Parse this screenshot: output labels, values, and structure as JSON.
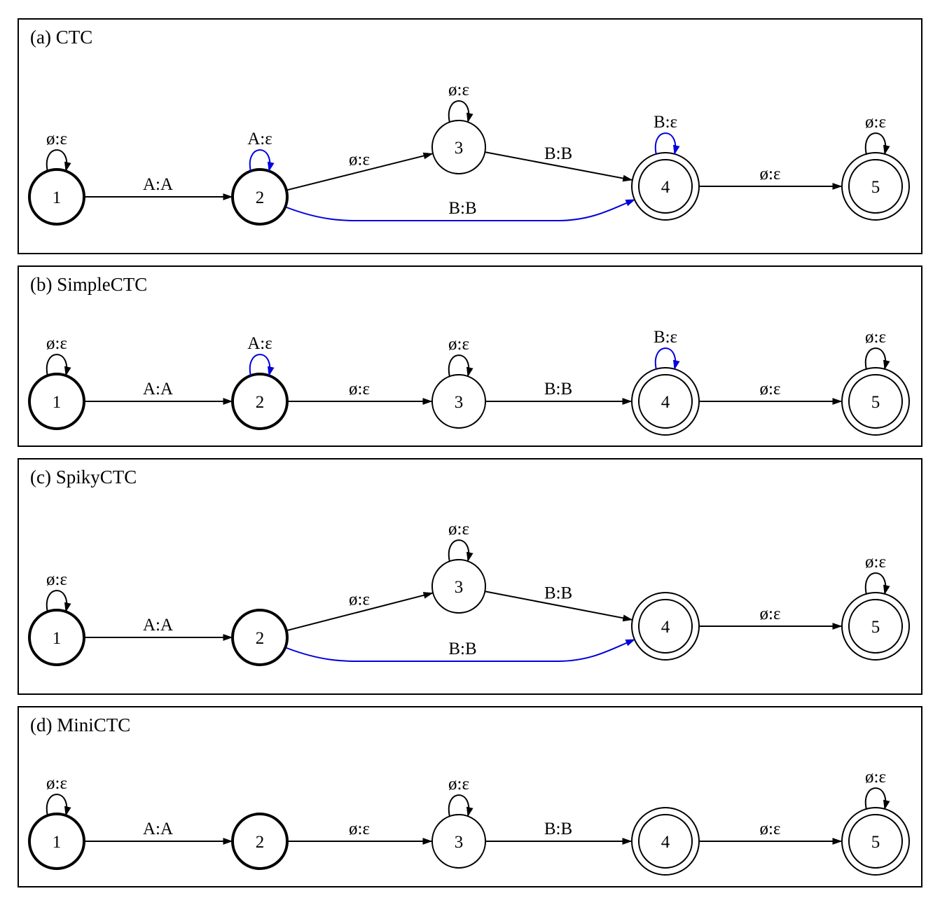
{
  "colors": {
    "default": "#000000",
    "highlight": "#0000dd"
  },
  "panels": [
    {
      "id": "a",
      "title": "(a)  CTC",
      "nodes": [
        {
          "id": "1",
          "label": "1",
          "kind": "initial"
        },
        {
          "id": "2",
          "label": "2",
          "kind": "initial"
        },
        {
          "id": "3",
          "label": "3",
          "kind": "normal"
        },
        {
          "id": "4",
          "label": "4",
          "kind": "final"
        },
        {
          "id": "5",
          "label": "5",
          "kind": "final"
        }
      ],
      "self_loops": [
        {
          "node": "1",
          "label": "ø:ε",
          "color": "default"
        },
        {
          "node": "2",
          "label": "A:ε",
          "color": "highlight"
        },
        {
          "node": "3",
          "label": "ø:ε",
          "color": "default"
        },
        {
          "node": "4",
          "label": "B:ε",
          "color": "highlight"
        },
        {
          "node": "5",
          "label": "ø:ε",
          "color": "default"
        }
      ],
      "edges": [
        {
          "from": "1",
          "to": "2",
          "label": "A:A",
          "color": "default",
          "shape": "straight"
        },
        {
          "from": "2",
          "to": "3",
          "label": "ø:ε",
          "color": "default",
          "shape": "straight"
        },
        {
          "from": "3",
          "to": "4",
          "label": "B:B",
          "color": "default",
          "shape": "straight"
        },
        {
          "from": "2",
          "to": "4",
          "label": "B:B",
          "color": "highlight",
          "shape": "curved"
        },
        {
          "from": "4",
          "to": "5",
          "label": "ø:ε",
          "color": "default",
          "shape": "straight"
        }
      ]
    },
    {
      "id": "b",
      "title": "(b)  SimpleCTC",
      "nodes": [
        {
          "id": "1",
          "label": "1",
          "kind": "initial"
        },
        {
          "id": "2",
          "label": "2",
          "kind": "initial"
        },
        {
          "id": "3",
          "label": "3",
          "kind": "normal"
        },
        {
          "id": "4",
          "label": "4",
          "kind": "final"
        },
        {
          "id": "5",
          "label": "5",
          "kind": "final"
        }
      ],
      "self_loops": [
        {
          "node": "1",
          "label": "ø:ε",
          "color": "default"
        },
        {
          "node": "2",
          "label": "A:ε",
          "color": "highlight"
        },
        {
          "node": "3",
          "label": "ø:ε",
          "color": "default"
        },
        {
          "node": "4",
          "label": "B:ε",
          "color": "highlight"
        },
        {
          "node": "5",
          "label": "ø:ε",
          "color": "default"
        }
      ],
      "edges": [
        {
          "from": "1",
          "to": "2",
          "label": "A:A",
          "color": "default",
          "shape": "straight"
        },
        {
          "from": "2",
          "to": "3",
          "label": "ø:ε",
          "color": "default",
          "shape": "straight"
        },
        {
          "from": "3",
          "to": "4",
          "label": "B:B",
          "color": "default",
          "shape": "straight"
        },
        {
          "from": "4",
          "to": "5",
          "label": "ø:ε",
          "color": "default",
          "shape": "straight"
        }
      ]
    },
    {
      "id": "c",
      "title": "(c)  SpikyCTC",
      "nodes": [
        {
          "id": "1",
          "label": "1",
          "kind": "initial"
        },
        {
          "id": "2",
          "label": "2",
          "kind": "initial"
        },
        {
          "id": "3",
          "label": "3",
          "kind": "normal"
        },
        {
          "id": "4",
          "label": "4",
          "kind": "final"
        },
        {
          "id": "5",
          "label": "5",
          "kind": "final"
        }
      ],
      "self_loops": [
        {
          "node": "1",
          "label": "ø:ε",
          "color": "default"
        },
        {
          "node": "3",
          "label": "ø:ε",
          "color": "default"
        },
        {
          "node": "5",
          "label": "ø:ε",
          "color": "default"
        }
      ],
      "edges": [
        {
          "from": "1",
          "to": "2",
          "label": "A:A",
          "color": "default",
          "shape": "straight"
        },
        {
          "from": "2",
          "to": "3",
          "label": "ø:ε",
          "color": "default",
          "shape": "straight"
        },
        {
          "from": "3",
          "to": "4",
          "label": "B:B",
          "color": "default",
          "shape": "straight"
        },
        {
          "from": "2",
          "to": "4",
          "label": "B:B",
          "color": "highlight",
          "shape": "curved"
        },
        {
          "from": "4",
          "to": "5",
          "label": "ø:ε",
          "color": "default",
          "shape": "straight"
        }
      ]
    },
    {
      "id": "d",
      "title": "(d)  MiniCTC",
      "nodes": [
        {
          "id": "1",
          "label": "1",
          "kind": "initial"
        },
        {
          "id": "2",
          "label": "2",
          "kind": "initial"
        },
        {
          "id": "3",
          "label": "3",
          "kind": "normal"
        },
        {
          "id": "4",
          "label": "4",
          "kind": "final"
        },
        {
          "id": "5",
          "label": "5",
          "kind": "final"
        }
      ],
      "self_loops": [
        {
          "node": "1",
          "label": "ø:ε",
          "color": "default"
        },
        {
          "node": "3",
          "label": "ø:ε",
          "color": "default"
        },
        {
          "node": "5",
          "label": "ø:ε",
          "color": "default"
        }
      ],
      "edges": [
        {
          "from": "1",
          "to": "2",
          "label": "A:A",
          "color": "default",
          "shape": "straight"
        },
        {
          "from": "2",
          "to": "3",
          "label": "ø:ε",
          "color": "default",
          "shape": "straight"
        },
        {
          "from": "3",
          "to": "4",
          "label": "B:B",
          "color": "default",
          "shape": "straight"
        },
        {
          "from": "4",
          "to": "5",
          "label": "ø:ε",
          "color": "default",
          "shape": "straight"
        }
      ]
    }
  ]
}
